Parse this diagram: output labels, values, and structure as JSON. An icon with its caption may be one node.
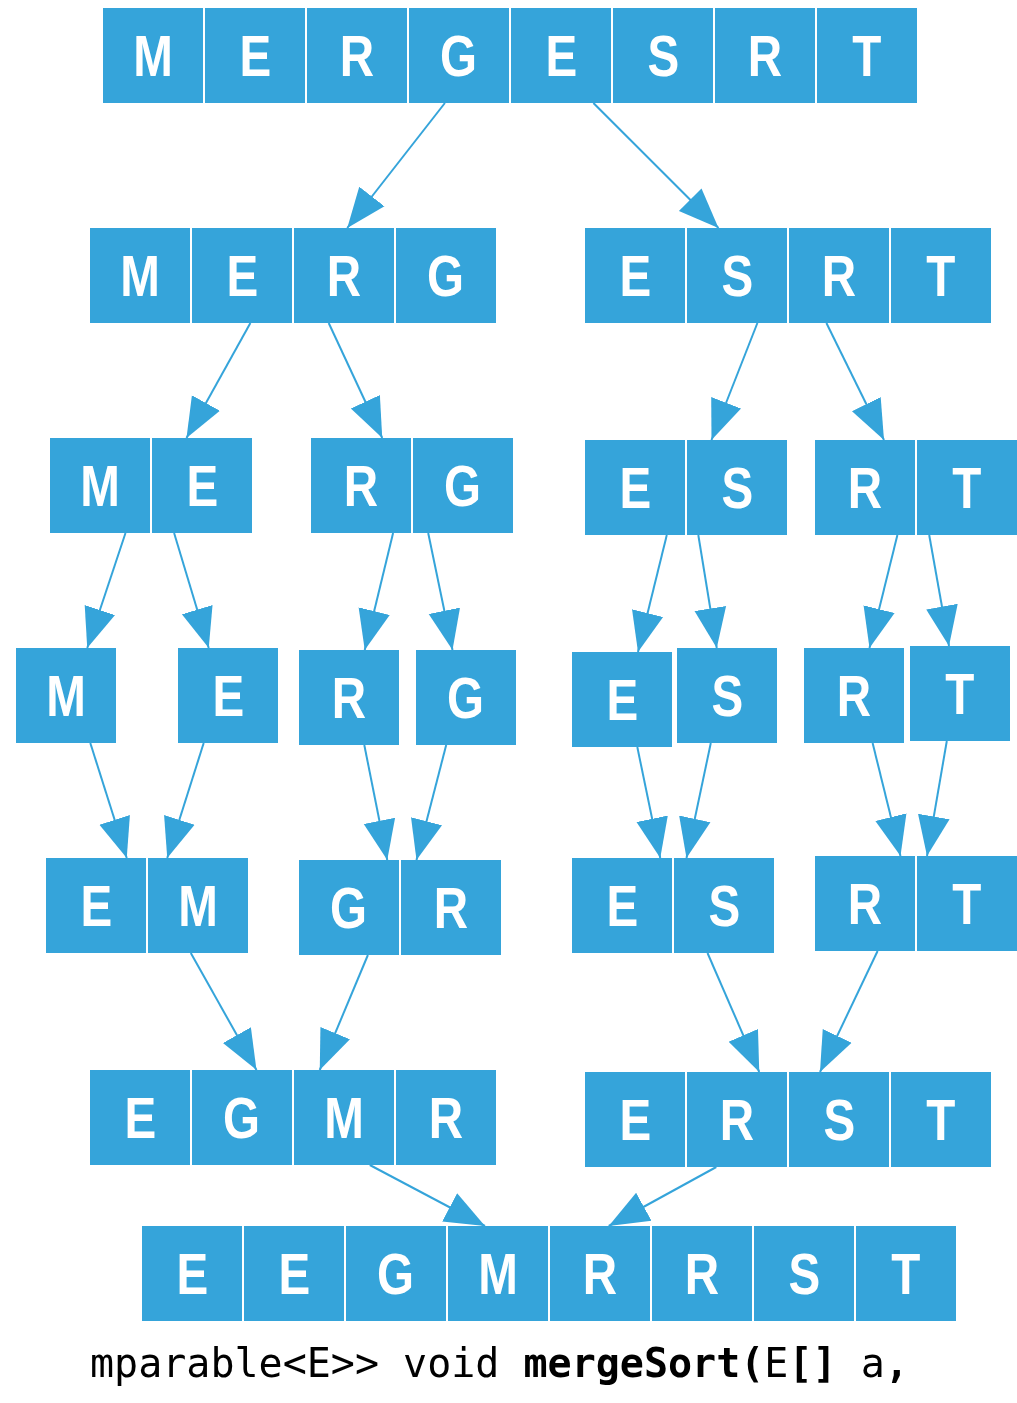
{
  "diagram": {
    "nodes": [
      {
        "text": [],
        "shape": "box"
      },
      {
        "text": [
          "M"
        ],
        "in": 0
      },
      {
        "text": [
          "E"
        ],
        "in": 0
      },
      {
        "text": [
          "R"
        ],
        "in": 0
      },
      {
        "text": [
          "G"
        ],
        "in": 0
      },
      {
        "text": [
          "E"
        ],
        "in": 0
      },
      {
        "text": [
          "S"
        ],
        "in": 0
      },
      {
        "text": [
          "R"
        ],
        "in": 0
      },
      {
        "text": [
          "T"
        ],
        "in": 0
      },
      {
        "text": [],
        "shape": "box"
      },
      {
        "text": [
          "M"
        ],
        "in": 9
      },
      {
        "text": [
          "E"
        ],
        "in": 9
      },
      {
        "text": [
          "R"
        ],
        "in": 9
      },
      {
        "text": [
          "G"
        ],
        "in": 9
      },
      {
        "text": [],
        "shape": "box"
      },
      {
        "text": [
          "E"
        ],
        "in": 14
      },
      {
        "text": [
          "S"
        ],
        "in": 14
      },
      {
        "text": [
          "R"
        ],
        "in": 14
      },
      {
        "text": [
          "T"
        ],
        "in": 14
      },
      {
        "text": [],
        "shape": "box"
      },
      {
        "text": [
          "M"
        ],
        "in": 19
      },
      {
        "text": [
          "E"
        ],
        "in": 19
      },
      {
        "text": [],
        "shape": "box"
      },
      {
        "text": [
          "R"
        ],
        "in": 22
      },
      {
        "text": [
          "G"
        ],
        "in": 22
      },
      {
        "text": [],
        "shape": "box"
      },
      {
        "text": [
          "E"
        ],
        "in": 25
      },
      {
        "text": [
          "S"
        ],
        "in": 25
      },
      {
        "text": [],
        "shape": "box"
      },
      {
        "text": [
          "R"
        ],
        "in": 28
      },
      {
        "text": [
          "T"
        ],
        "in": 28
      },
      {
        "text": [
          "M"
        ]
      },
      {
        "text": [
          "E"
        ]
      },
      {
        "text": [
          "R"
        ]
      },
      {
        "text": [
          "G"
        ]
      },
      {
        "text": [
          "E"
        ]
      },
      {
        "text": [
          "S"
        ]
      },
      {
        "text": [
          "R"
        ]
      },
      {
        "text": [
          "T"
        ]
      },
      {
        "text": [],
        "shape": "box"
      },
      {
        "text": [
          "E"
        ],
        "in": 39
      },
      {
        "text": [
          "M"
        ],
        "in": 39
      },
      {
        "text": [],
        "shape": "box"
      },
      {
        "text": [
          "G"
        ],
        "in": 42
      },
      {
        "text": [
          "R"
        ],
        "in": 42
      },
      {
        "text": [],
        "shape": "box"
      },
      {
        "text": [
          "E"
        ],
        "in": 45
      },
      {
        "text": [
          "S"
        ],
        "in": 45
      },
      {
        "text": [],
        "shape": "box"
      },
      {
        "text": [
          "R"
        ],
        "in": 48
      },
      {
        "text": [
          "T"
        ],
        "in": 48
      },
      {
        "text": [],
        "shape": "box"
      },
      {
        "text": [
          "E"
        ],
        "in": 51
      },
      {
        "text": [
          "G"
        ],
        "in": 51
      },
      {
        "text": [
          "M"
        ],
        "in": 51
      },
      {
        "text": [
          "R"
        ],
        "in": 51
      },
      {
        "text": [],
        "shape": "box"
      },
      {
        "text": [
          "E"
        ],
        "in": 56
      },
      {
        "text": [
          "R"
        ],
        "in": 56
      },
      {
        "text": [
          "S"
        ],
        "in": 56
      },
      {
        "text": [
          "T"
        ],
        "in": 56
      },
      {
        "text": [],
        "shape": "box"
      },
      {
        "text": [
          "E"
        ],
        "in": 61
      },
      {
        "text": [
          "E"
        ],
        "in": 61
      },
      {
        "text": [
          "G"
        ],
        "in": 61
      },
      {
        "text": [
          "M"
        ],
        "in": 61
      },
      {
        "text": [
          "R"
        ],
        "in": 61
      },
      {
        "text": [
          "R"
        ],
        "in": 61
      },
      {
        "text": [
          "S"
        ],
        "in": 61
      },
      {
        "text": [
          "T"
        ],
        "in": 61
      }
    ],
    "edges": [
      {
        "from": 0,
        "to": 9,
        "arrow": "to"
      },
      {
        "from": 0,
        "to": 14,
        "arrow": "to"
      },
      {
        "from": 9,
        "to": 19,
        "arrow": "to"
      },
      {
        "from": 9,
        "to": 22,
        "arrow": "to"
      },
      {
        "from": 14,
        "to": 25,
        "arrow": "to"
      },
      {
        "from": 14,
        "to": 28,
        "arrow": "to"
      },
      {
        "from": 19,
        "to": 31,
        "arrow": "to"
      },
      {
        "from": 19,
        "to": 32,
        "arrow": "to"
      },
      {
        "from": 22,
        "to": 33,
        "arrow": "to"
      },
      {
        "from": 22,
        "to": 34,
        "arrow": "to"
      },
      {
        "from": 25,
        "to": 35,
        "arrow": "to"
      },
      {
        "from": 25,
        "to": 36,
        "arrow": "to"
      },
      {
        "from": 28,
        "to": 37,
        "arrow": "to"
      },
      {
        "from": 28,
        "to": 38,
        "arrow": "to"
      },
      {
        "from": 31,
        "to": 39,
        "arrow": "to"
      },
      {
        "from": 32,
        "to": 39,
        "arrow": "to"
      },
      {
        "from": 33,
        "to": 42,
        "arrow": "to"
      },
      {
        "from": 34,
        "to": 42,
        "arrow": "to"
      },
      {
        "from": 35,
        "to": 45,
        "arrow": "to"
      },
      {
        "from": 36,
        "to": 45,
        "arrow": "to"
      },
      {
        "from": 37,
        "to": 48,
        "arrow": "to"
      },
      {
        "from": 38,
        "to": 48,
        "arrow": "to"
      },
      {
        "from": 39,
        "to": 51,
        "arrow": "to"
      },
      {
        "from": 42,
        "to": 51,
        "arrow": "to"
      },
      {
        "from": 45,
        "to": 56,
        "arrow": "to"
      },
      {
        "from": 48,
        "to": 56,
        "arrow": "to"
      },
      {
        "from": 51,
        "to": 61,
        "arrow": "to"
      },
      {
        "from": 56,
        "to": 61,
        "arrow": "to"
      }
    ],
    "labels": [
      "mparable<E>> void **mergeSort(**E**[]** a**,**"
    ]
  }
}
